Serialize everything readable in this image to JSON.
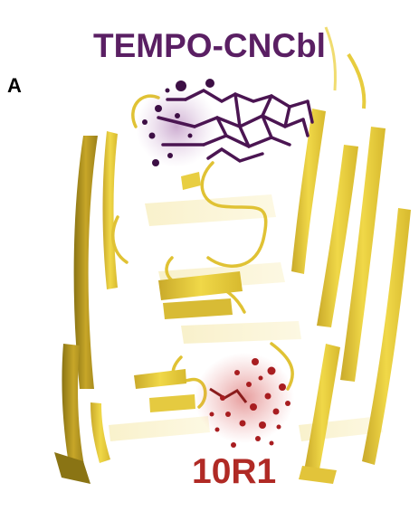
{
  "figure": {
    "panel_letter": "A",
    "top_label": "TEMPO-CNCbl",
    "bottom_label": "10R1"
  },
  "colors": {
    "top_label": "#5a1f63",
    "bottom_label": "#b02a25",
    "ribbon": "#e9cf3a",
    "ribbon_shadow": "#b8991f",
    "ligand": "#4b1552",
    "spin_label_cloud": "#c0282a"
  }
}
